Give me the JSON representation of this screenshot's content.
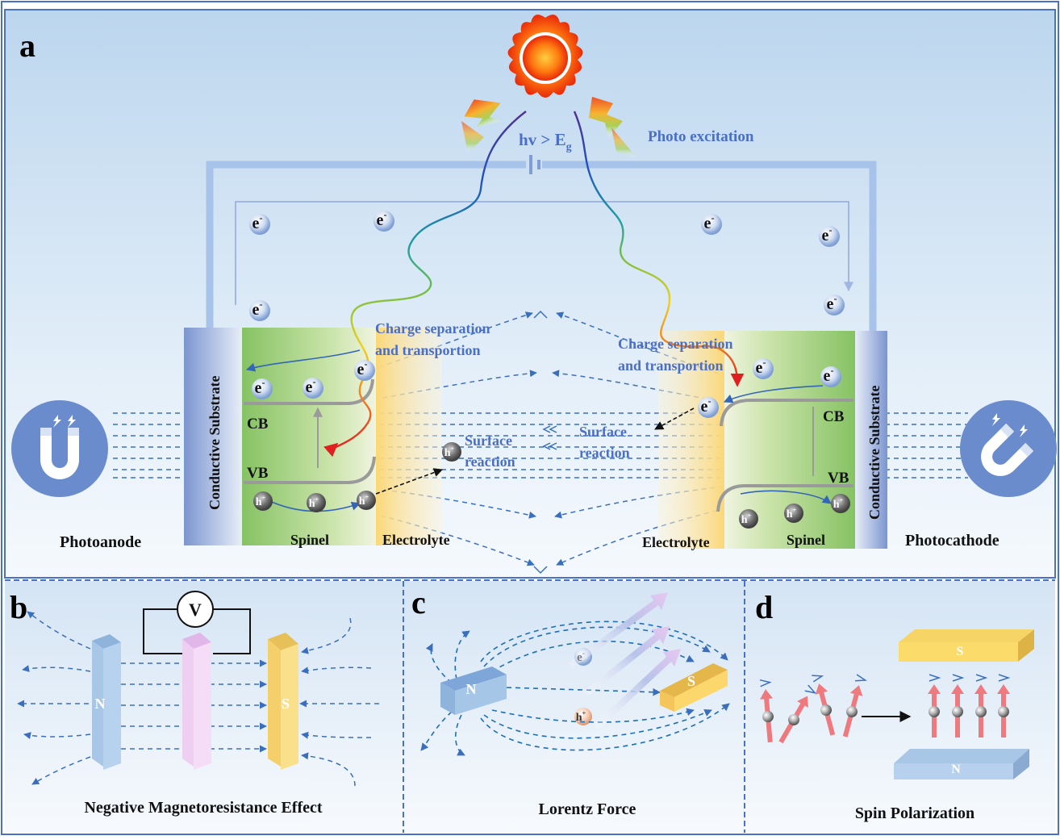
{
  "panel_a": {
    "letter": "a",
    "photon_energy": "hv > E",
    "photon_energy_sub": "g",
    "photo_excitation": "Photo excitation",
    "left": {
      "substrate": "Conductive Substrate",
      "spinel": "Spinel",
      "electrolyte": "Electrolyte",
      "electrode": "Photoanode",
      "cb": "CB",
      "vb": "VB",
      "charge_sep_1": "Charge separation",
      "charge_sep_2": "and transportion",
      "surface_1": "Surface",
      "surface_2": "reaction"
    },
    "right": {
      "substrate": "Conductive Substrate",
      "spinel": "Spinel",
      "electrolyte": "Electrolyte",
      "electrode": "Photocathode",
      "cb": "CB",
      "vb": "VB",
      "charge_sep_1": "Charge separation",
      "charge_sep_2": "and transportion",
      "surface_1": "Surface",
      "surface_2": "reaction"
    },
    "electron": "e",
    "hole": "h",
    "minus": "-",
    "plus": "+"
  },
  "panel_b": {
    "letter": "b",
    "voltmeter": "V",
    "north": "N",
    "south": "S",
    "caption": "Negative Magnetoresistance Effect"
  },
  "panel_c": {
    "letter": "c",
    "north": "N",
    "south": "S",
    "caption": "Lorentz Force"
  },
  "panel_d": {
    "letter": "d",
    "north": "N",
    "south": "S",
    "caption": "Spin Polarization"
  },
  "colors": {
    "border": "#4a72c4",
    "field_line": "#3a6fbf",
    "label_blue": "#4a6fc9",
    "spinel_green": "#8cc66a",
    "electrolyte_yellow": "#f9d77a",
    "substrate_blue": "#6f8fd0",
    "magnet_circle": "#6a8ccc",
    "spin_arrow": "#ee7a80"
  }
}
